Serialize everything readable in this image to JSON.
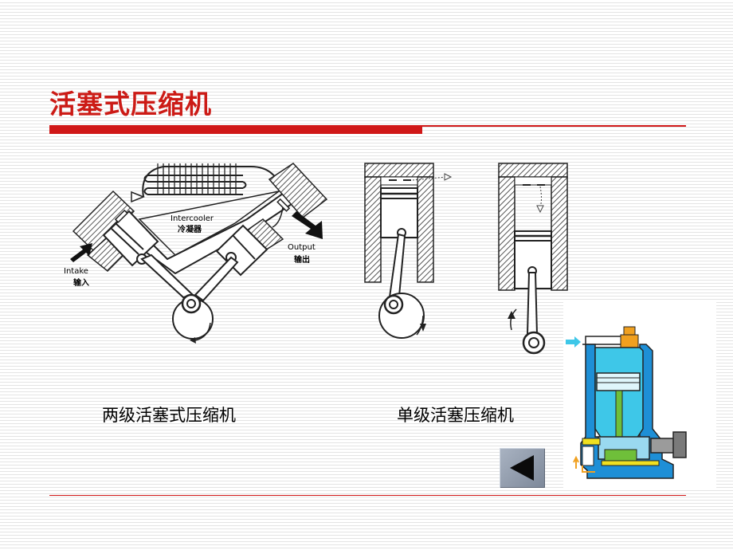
{
  "slide": {
    "title": "活塞式压缩机",
    "captions": {
      "two_stage": "两级活塞式压缩机",
      "single_stage": "单级活塞压缩机"
    },
    "diagram_labels": {
      "intercooler_en": "Intercooler",
      "intercooler_cn": "冷凝器",
      "output_en": "Output",
      "output_cn": "输出",
      "intake_en": "Intake",
      "intake_cn": "输入"
    }
  },
  "colors": {
    "accent_red": "#cc1b16",
    "back_button": "#8e98a8",
    "cylinder_blue": "#1e8fd6",
    "chamber_cyan": "#3ec7e8",
    "piston_green": "#6fbf3a",
    "valve_orange": "#f0a020"
  },
  "icons": {
    "back_button": "triangle-left-icon"
  }
}
